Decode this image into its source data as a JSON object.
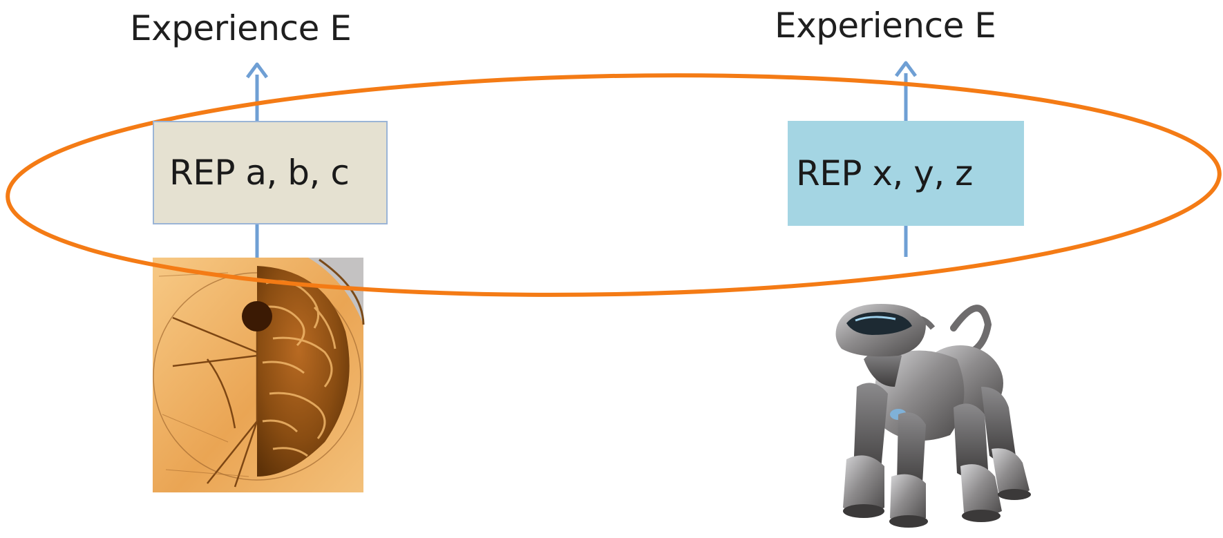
{
  "diagram": {
    "left": {
      "output_label": "Experience E",
      "representation_label": "REP a, b, c",
      "image_subject": "vitruvian-brain-sketch"
    },
    "right": {
      "output_label": "Experience E",
      "representation_label": "REP x, y, z",
      "image_subject": "robot-dog"
    },
    "colors": {
      "arrow": "#6f9fd4",
      "ellipse": "#f47b15",
      "left_box_fill": "#e5e1d1",
      "left_box_border": "#9ab4d6",
      "right_box_fill": "#a4d5e3",
      "sketch_ink": "#8a4d0c",
      "sketch_paper": "#f2bb6e",
      "robot_metal": "#8d8d8f"
    }
  }
}
